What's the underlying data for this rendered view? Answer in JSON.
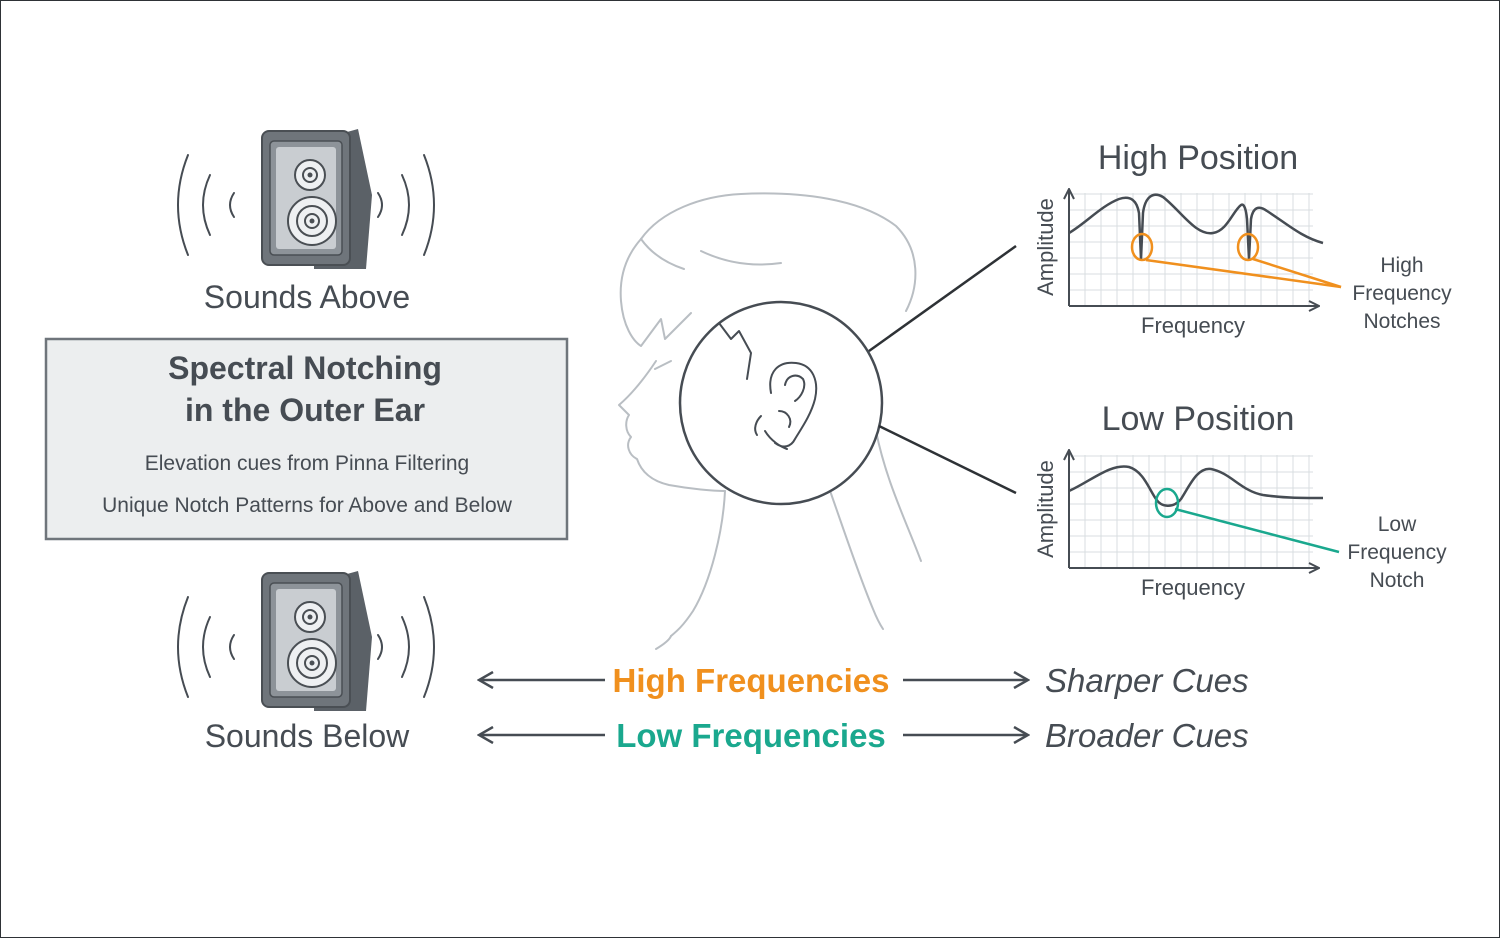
{
  "sounds": {
    "above_label": "Sounds Above",
    "below_label": "Sounds Below"
  },
  "info_box": {
    "title_line1": "Spectral Notching",
    "title_line2": "in the Outer Ear",
    "subtitle1": "Elevation cues from Pinna Filtering",
    "subtitle2": "Unique Notch Patterns for Above and Below"
  },
  "graphs": {
    "high": {
      "title": "High Position",
      "y_label": "Amplitude",
      "x_label": "Frequency",
      "note": [
        "High",
        "Frequency",
        "Notches"
      ]
    },
    "low": {
      "title": "Low Position",
      "y_label": "Amplitude",
      "x_label": "Frequency",
      "note": [
        "Low",
        "Frequency",
        "Notch"
      ]
    }
  },
  "legend": {
    "high_label": "High Frequencies",
    "high_cue": "Sharper Cues",
    "low_label": "Low Frequencies",
    "low_cue": "Broader Cues"
  },
  "icons": [
    "speaker-icon",
    "sound-wave-icon",
    "head-profile-icon",
    "ear-icon",
    "double-arrow-icon",
    "right-arrow-icon"
  ],
  "colors": {
    "text": "#464c53",
    "orange": "#f0901e",
    "teal": "#1aa88e",
    "head_outline": "#b9bec3",
    "speaker_body": "#6f757b",
    "box_fill": "#eceeef"
  }
}
